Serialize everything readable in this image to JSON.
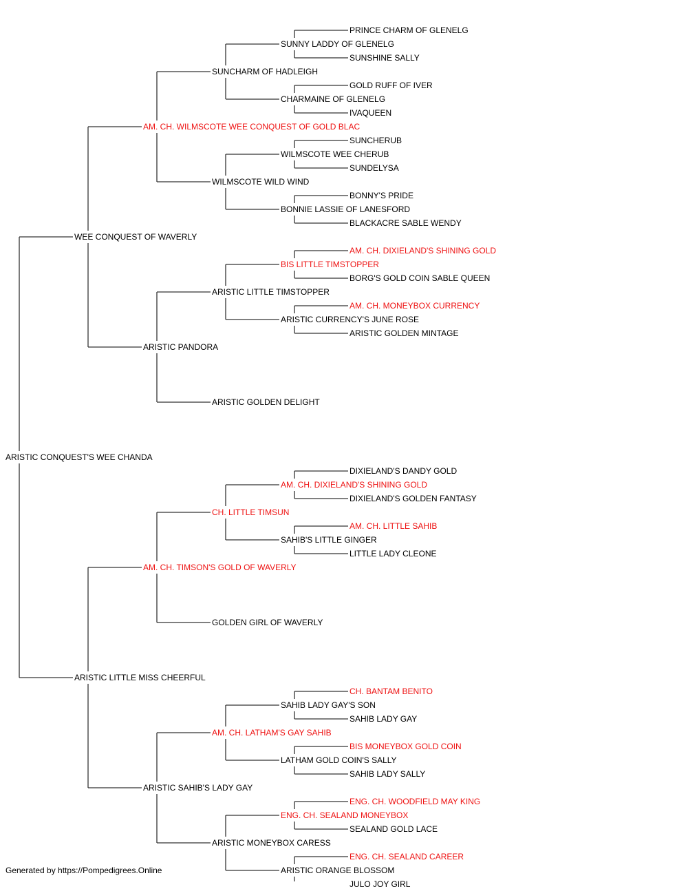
{
  "colors": {
    "champion": "#ee1111",
    "regular": "#000000",
    "line": "#333333"
  },
  "footer": "Generated by https://Pompedigrees.Online",
  "pedigree": {
    "name": "ARISTIC CONQUEST'S WEE CHANDA",
    "champion": false,
    "parents": [
      {
        "name": "WEE CONQUEST OF WAVERLY",
        "champion": false,
        "parents": [
          {
            "name": "AM. CH. WILMSCOTE WEE CONQUEST OF GOLD BLAC",
            "champion": true,
            "parents": [
              {
                "name": "SUNCHARM OF HADLEIGH",
                "champion": false,
                "parents": [
                  {
                    "name": "SUNNY LADDY OF GLENELG",
                    "champion": false,
                    "parents": [
                      {
                        "name": "PRINCE CHARM OF GLENELG",
                        "champion": false
                      },
                      {
                        "name": "SUNSHINE SALLY",
                        "champion": false
                      }
                    ]
                  },
                  {
                    "name": "CHARMAINE OF GLENELG",
                    "champion": false,
                    "parents": [
                      {
                        "name": "GOLD RUFF OF IVER",
                        "champion": false
                      },
                      {
                        "name": "IVAQUEEN",
                        "champion": false
                      }
                    ]
                  }
                ]
              },
              {
                "name": "WILMSCOTE WILD WIND",
                "champion": false,
                "parents": [
                  {
                    "name": "WILMSCOTE WEE CHERUB",
                    "champion": false,
                    "parents": [
                      {
                        "name": "SUNCHERUB",
                        "champion": false
                      },
                      {
                        "name": "SUNDELYSA",
                        "champion": false
                      }
                    ]
                  },
                  {
                    "name": "BONNIE LASSIE OF LANESFORD",
                    "champion": false,
                    "parents": [
                      {
                        "name": "BONNY'S PRIDE",
                        "champion": false
                      },
                      {
                        "name": "BLACKACRE SABLE WENDY",
                        "champion": false
                      }
                    ]
                  }
                ]
              }
            ]
          },
          {
            "name": "ARISTIC PANDORA",
            "champion": false,
            "parents": [
              {
                "name": "ARISTIC LITTLE TIMSTOPPER",
                "champion": false,
                "parents": [
                  {
                    "name": "BIS LITTLE TIMSTOPPER",
                    "champion": true,
                    "parents": [
                      {
                        "name": "AM. CH. DIXIELAND'S SHINING GOLD",
                        "champion": true
                      },
                      {
                        "name": "BORG'S GOLD COIN SABLE QUEEN",
                        "champion": false
                      }
                    ]
                  },
                  {
                    "name": "ARISTIC CURRENCY'S JUNE ROSE",
                    "champion": false,
                    "parents": [
                      {
                        "name": "AM. CH. MONEYBOX CURRENCY",
                        "champion": true
                      },
                      {
                        "name": "ARISTIC GOLDEN MINTAGE",
                        "champion": false
                      }
                    ]
                  }
                ]
              },
              {
                "name": "ARISTIC GOLDEN DELIGHT",
                "champion": false
              }
            ]
          }
        ]
      },
      {
        "name": "ARISTIC LITTLE MISS CHEERFUL",
        "champion": false,
        "parents": [
          {
            "name": "AM. CH. TIMSON'S GOLD OF WAVERLY",
            "champion": true,
            "parents": [
              {
                "name": "CH. LITTLE TIMSUN",
                "champion": true,
                "parents": [
                  {
                    "name": "AM. CH. DIXIELAND'S SHINING GOLD",
                    "champion": true,
                    "parents": [
                      {
                        "name": "DIXIELAND'S DANDY GOLD",
                        "champion": false
                      },
                      {
                        "name": "DIXIELAND'S GOLDEN FANTASY",
                        "champion": false
                      }
                    ]
                  },
                  {
                    "name": "SAHIB'S LITTLE GINGER",
                    "champion": false,
                    "parents": [
                      {
                        "name": "AM. CH. LITTLE SAHIB",
                        "champion": true
                      },
                      {
                        "name": "LITTLE LADY CLEONE",
                        "champion": false
                      }
                    ]
                  }
                ]
              },
              {
                "name": "GOLDEN GIRL OF WAVERLY",
                "champion": false
              }
            ]
          },
          {
            "name": "ARISTIC SAHIB'S LADY GAY",
            "champion": false,
            "parents": [
              {
                "name": "AM. CH. LATHAM'S GAY SAHIB",
                "champion": true,
                "parents": [
                  {
                    "name": "SAHIB LADY GAY'S SON",
                    "champion": false,
                    "parents": [
                      {
                        "name": "CH. BANTAM BENITO",
                        "champion": true
                      },
                      {
                        "name": "SAHIB LADY GAY",
                        "champion": false
                      }
                    ]
                  },
                  {
                    "name": "LATHAM GOLD COIN'S SALLY",
                    "champion": false,
                    "parents": [
                      {
                        "name": "BIS MONEYBOX GOLD COIN",
                        "champion": true
                      },
                      {
                        "name": "SAHIB LADY SALLY",
                        "champion": false
                      }
                    ]
                  }
                ]
              },
              {
                "name": "ARISTIC MONEYBOX CARESS",
                "champion": false,
                "parents": [
                  {
                    "name": "ENG. CH. SEALAND MONEYBOX",
                    "champion": true,
                    "parents": [
                      {
                        "name": "ENG. CH. WOODFIELD MAY KING",
                        "champion": true
                      },
                      {
                        "name": "SEALAND GOLD LACE",
                        "champion": false
                      }
                    ]
                  },
                  {
                    "name": "ARISTIC ORANGE BLOSSOM",
                    "champion": false,
                    "parents": [
                      {
                        "name": "ENG. CH. SEALAND CAREER",
                        "champion": true
                      },
                      {
                        "name": "JULO JOY GIRL",
                        "champion": false
                      }
                    ]
                  }
                ]
              }
            ]
          }
        ]
      }
    ]
  }
}
